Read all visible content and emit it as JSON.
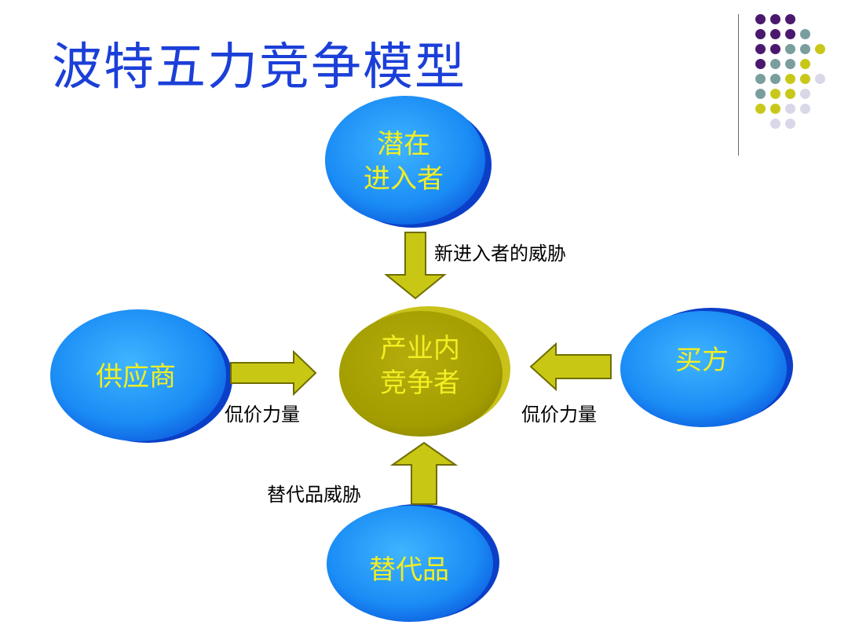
{
  "title": "波特五力竞争模型",
  "nodes": {
    "potential_entrants": "潜在\n进入者",
    "suppliers": "供应商",
    "industry_competitors": "产业内\n竞争者",
    "buyers": "买方",
    "substitutes": "替代品"
  },
  "arrow_labels": {
    "threat_of_new_entrants": "新进入者的威胁",
    "supplier_bargaining_power": "侃价力量",
    "buyer_bargaining_power": "侃价力量",
    "threat_of_substitutes": "替代品威胁"
  },
  "colors": {
    "title": "#1b3fd8",
    "node_blue_light": "#1e9bff",
    "node_blue_dark": "#0b3fc8",
    "node_olive_light": "#c9c21a",
    "node_olive_dark": "#8e8a00",
    "node_text": "#f2ee22",
    "arrow_fill": "#c8c814",
    "arrow_stroke": "#6f6d00",
    "dot_purple": "#4b1870",
    "dot_teal": "#7a9e9e",
    "dot_yellow": "#c9c81a",
    "dot_lavender": "#d8d8e8"
  },
  "decoration": {
    "dot_grid_rows": [
      [
        "purple",
        "purple",
        "purple"
      ],
      [
        "purple",
        "purple",
        "purple",
        "teal"
      ],
      [
        "purple",
        "purple",
        "teal",
        "teal",
        "yellow"
      ],
      [
        "purple",
        "teal",
        "teal",
        "yellow"
      ],
      [
        "teal",
        "teal",
        "yellow",
        "yellow",
        "lavender"
      ],
      [
        "teal",
        "yellow",
        "yellow",
        "lavender"
      ],
      [
        "yellow",
        "yellow",
        "lavender",
        "lavender"
      ],
      [
        "lavender",
        "lavender"
      ]
    ]
  }
}
